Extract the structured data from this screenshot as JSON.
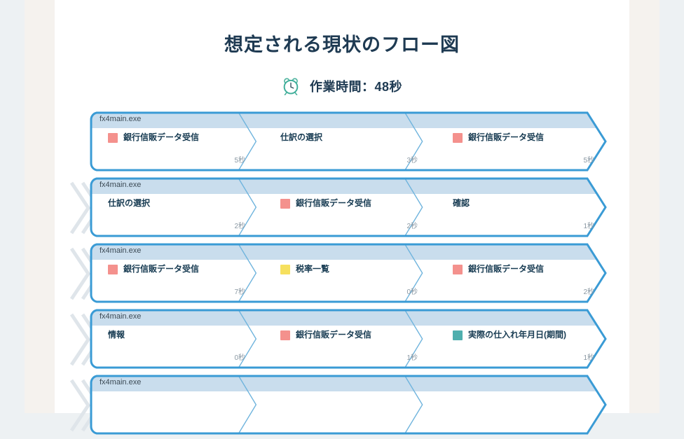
{
  "page": {
    "title": "想定される現状のフロー図",
    "subtitle": "作業時間：48秒",
    "clock_icon": "alarm-clock-icon"
  },
  "colors": {
    "page_background": "#edf1f3",
    "band_beige": "#f5f2ee",
    "card_background": "#ffffff",
    "bar_border": "#3a9bd5",
    "bar_header": "#c9dded",
    "divider": "#6fb4dd",
    "prechevron": "#dfe5ea",
    "title_text": "#1e3a52",
    "swatch_pink": "#f4918d",
    "swatch_yellow": "#f6e05e",
    "swatch_teal": "#4fafae"
  },
  "flows": [
    {
      "header": "fx4main.exe",
      "show_prechevron": false,
      "cells": [
        {
          "swatch": "#f4918d",
          "label": "銀行信販データ受信",
          "time": "5秒"
        },
        {
          "swatch": null,
          "label": "仕訳の選択",
          "time": "3秒"
        },
        {
          "swatch": "#f4918d",
          "label": "銀行信販データ受信",
          "time": "5秒"
        }
      ]
    },
    {
      "header": "fx4main.exe",
      "show_prechevron": true,
      "cells": [
        {
          "swatch": null,
          "label": "仕訳の選択",
          "time": "2秒"
        },
        {
          "swatch": "#f4918d",
          "label": "銀行信販データ受信",
          "time": "2秒"
        },
        {
          "swatch": null,
          "label": "確認",
          "time": "1秒"
        }
      ]
    },
    {
      "header": "fx4main.exe",
      "show_prechevron": true,
      "cells": [
        {
          "swatch": "#f4918d",
          "label": "銀行信販データ受信",
          "time": "7秒"
        },
        {
          "swatch": "#f6e05e",
          "label": "税率一覧",
          "time": "0秒"
        },
        {
          "swatch": "#f4918d",
          "label": "銀行信販データ受信",
          "time": "2秒"
        }
      ]
    },
    {
      "header": "fx4main.exe",
      "show_prechevron": true,
      "cells": [
        {
          "swatch": null,
          "label": "情報",
          "time": "0秒"
        },
        {
          "swatch": "#f4918d",
          "label": "銀行信販データ受信",
          "time": "1秒"
        },
        {
          "swatch": "#4fafae",
          "label": "実際の仕入れ年月日(期間)",
          "time": "1秒"
        }
      ]
    },
    {
      "header": "fx4main.exe",
      "show_prechevron": true,
      "cells": [
        {
          "swatch": null,
          "label": "",
          "time": ""
        },
        {
          "swatch": null,
          "label": "",
          "time": ""
        },
        {
          "swatch": null,
          "label": "",
          "time": ""
        }
      ]
    }
  ]
}
